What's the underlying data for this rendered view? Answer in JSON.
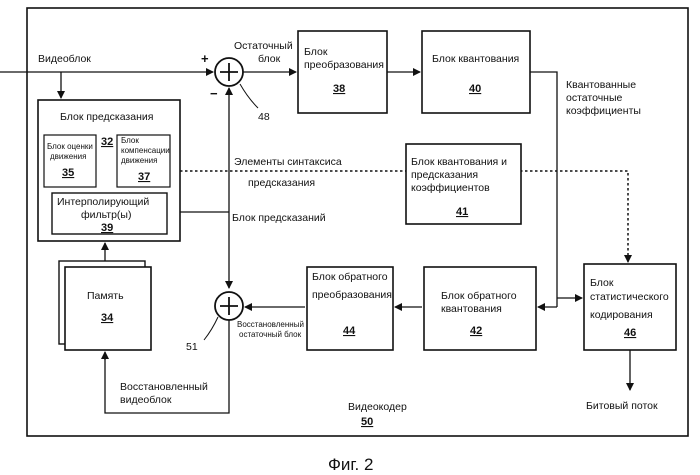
{
  "labels": {
    "video_block_in": "Видеоблок",
    "residual_block_1": "Остаточный",
    "residual_block_2": "блок",
    "plus": "+",
    "minus": "−",
    "plus2": "+",
    "ref_48": "48",
    "ref_51": "51",
    "quantized_1": "Квантованные",
    "quantized_2": "остаточные",
    "quantized_3": "коэффициенты",
    "syntax_1": "Элементы синтаксиса",
    "syntax_2": "предсказания",
    "prediction_block_line": "Блок предсказаний",
    "recon_residual_1": "Восстановленный",
    "recon_residual_2": "остаточный блок",
    "recon_video_1": "Восстановленный",
    "recon_video_2": "видеоблок",
    "bitstream": "Битовый поток",
    "encoder_name": "Видеокодер",
    "encoder_num": "50",
    "figure_caption": "Фиг. 2"
  },
  "blocks": {
    "transform": {
      "line1": "Блок",
      "line2": "преобразования",
      "num": "38"
    },
    "quantization": {
      "line1": "Блок квантования",
      "num": "40"
    },
    "prediction": {
      "title": "Блок предсказания",
      "num": "32"
    },
    "motion_estimation": {
      "line1": "Блок оценки",
      "line2": "движения",
      "num": "35"
    },
    "motion_compensation": {
      "line1": "Блок",
      "line2": "компенсации",
      "line3": "движения",
      "num": "37"
    },
    "interpolation": {
      "line1": "Интерполирующий",
      "line2": "фильтр(ы)",
      "num": "39"
    },
    "memory": {
      "title": "Память",
      "num": "34"
    },
    "quant_prediction": {
      "line1": "Блок квантования и",
      "line2": "предсказания",
      "line3": "коэффициентов",
      "num": "41"
    },
    "inverse_transform": {
      "line1": "Блок обратного",
      "line2": "преобразования",
      "num": "44"
    },
    "inverse_quant": {
      "line1": "Блок обратного",
      "line2": "квантования",
      "num": "42"
    },
    "entropy": {
      "line1": "Блок",
      "line2": "статистического",
      "line3": "кодирования",
      "num": "46"
    }
  }
}
